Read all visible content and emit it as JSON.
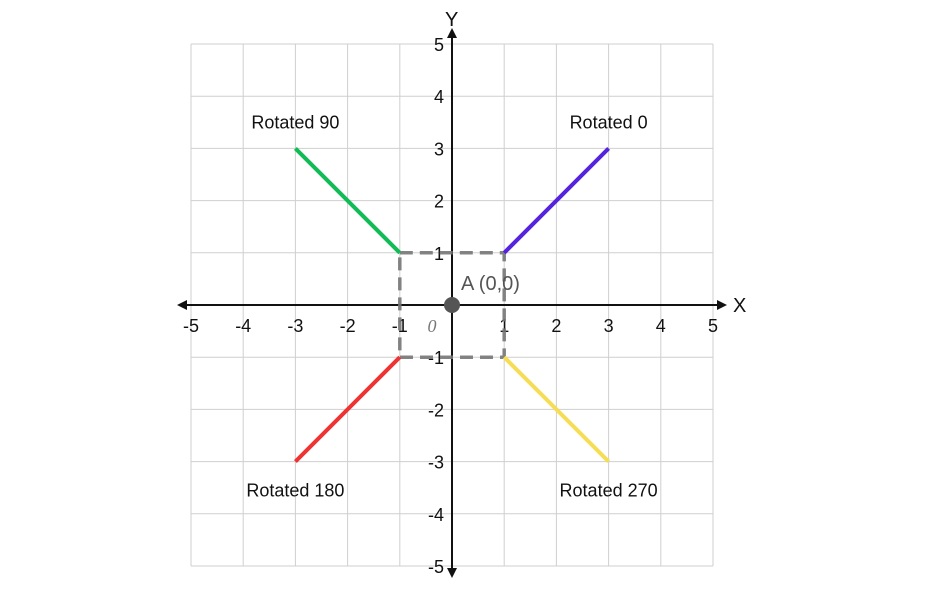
{
  "axes": {
    "x_label": "X",
    "y_label": "Y",
    "x_range": [
      -5,
      5
    ],
    "y_range": [
      -5,
      5
    ],
    "x_ticks": [
      "-5",
      "-4",
      "-3",
      "-2",
      "-1",
      "1",
      "2",
      "3",
      "4",
      "5"
    ],
    "y_ticks": [
      "5",
      "4",
      "3",
      "2",
      "1",
      "-1",
      "-2",
      "-3",
      "-4",
      "-5"
    ],
    "origin_label": "0",
    "grid": true
  },
  "point": {
    "label": "A (0,0)",
    "x": 0,
    "y": 0,
    "color": "#555555"
  },
  "square": {
    "x1": -1,
    "y1": -1,
    "x2": 1,
    "y2": 1,
    "color": "#777777",
    "style": "dashed"
  },
  "segments": [
    {
      "label": "Rotated 0",
      "from": [
        1,
        1
      ],
      "to": [
        3,
        3
      ],
      "color": "#5522dd"
    },
    {
      "label": "Rotated 90",
      "from": [
        -1,
        1
      ],
      "to": [
        -3,
        3
      ],
      "color": "#11bb55"
    },
    {
      "label": "Rotated 180",
      "from": [
        -1,
        -1
      ],
      "to": [
        -3,
        -3
      ],
      "color": "#ee3333"
    },
    {
      "label": "Rotated 270",
      "from": [
        1,
        -1
      ],
      "to": [
        3,
        -3
      ],
      "color": "#f5dd55"
    }
  ]
}
